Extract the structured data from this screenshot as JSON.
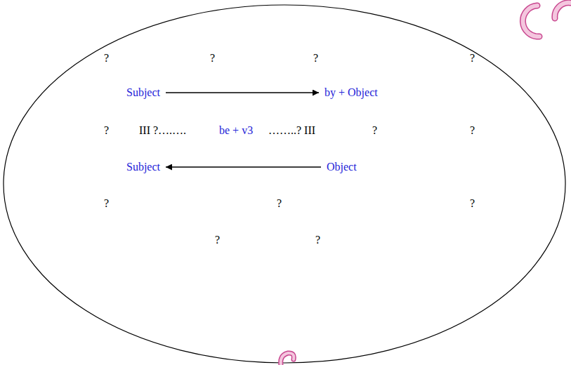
{
  "diagram": {
    "nodes": [
      {
        "text": [
          "Subject"
        ]
      },
      {
        "text": [
          "by + Object"
        ]
      },
      {
        "text": [
          "Subject"
        ]
      },
      {
        "text": [
          "Object"
        ]
      }
    ],
    "edges": [
      {
        "from": 0,
        "to": 1,
        "arrow": "to"
      },
      {
        "from": 3,
        "to": 2,
        "arrow": "to"
      }
    ],
    "labels": [
      "?",
      "?",
      "?",
      "?",
      "?",
      "III ?….…. ",
      "be + v3",
      "……..? III",
      "?",
      "?",
      "?",
      "?",
      "?",
      "?",
      "?"
    ]
  }
}
